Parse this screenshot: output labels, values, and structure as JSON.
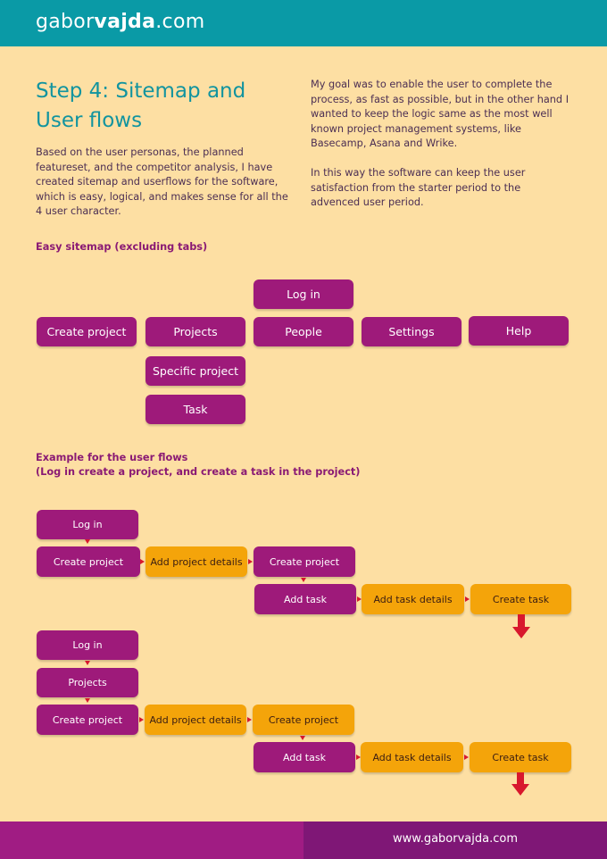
{
  "header": {
    "brand_prefix": "gabor",
    "brand_bold": "vajda",
    "brand_suffix": ".com"
  },
  "intro": {
    "title": "Step 4: Sitemap and User flows",
    "left_text": "Based on the user personas, the planned featureset, and the competitor analysis, I have created sitemap and userflows for the software, which is easy, logical, and makes sense for all the 4 user character.",
    "right_text_1": "My goal was to enable the user to complete the process, as fast as possible, but in the other hand I wanted to keep the logic same as the most well known project management systems, like Basecamp, Asana and Wrike.",
    "right_text_2": "In this way the software can keep the user satisfaction from the starter period to the advenced user period."
  },
  "sitemap": {
    "title": "Easy sitemap (excluding tabs)",
    "log_in": "Log in",
    "create_project": "Create project",
    "projects": "Projects",
    "people": "People",
    "settings": "Settings",
    "help": "Help",
    "specific_project": "Specific project",
    "task": "Task"
  },
  "userflows": {
    "title_line1": "Example for the user flows",
    "title_line2": "(Log in create a project, and create a task in the project)",
    "flow1": {
      "log_in": "Log in",
      "create_project": "Create project",
      "add_project_details": "Add project details",
      "create_project_2": "Create project",
      "add_task": "Add task",
      "add_task_details": "Add task details",
      "create_task": "Create task"
    },
    "flow2": {
      "log_in": "Log in",
      "projects": "Projects",
      "create_project": "Create project",
      "add_project_details": "Add project details",
      "create_project_2": "Create project",
      "add_task": "Add task",
      "add_task_details": "Add task details",
      "create_task": "Create task"
    }
  },
  "footer": {
    "url": "www.gaborvajda.com"
  },
  "colors": {
    "background": "#fddfa3",
    "header": "#0a9aa6",
    "purple": "#9e1a7a",
    "orange": "#f4a40a",
    "arrow_red": "#d8182d",
    "footer_left": "#a01c83",
    "footer_right": "#7f1776"
  }
}
